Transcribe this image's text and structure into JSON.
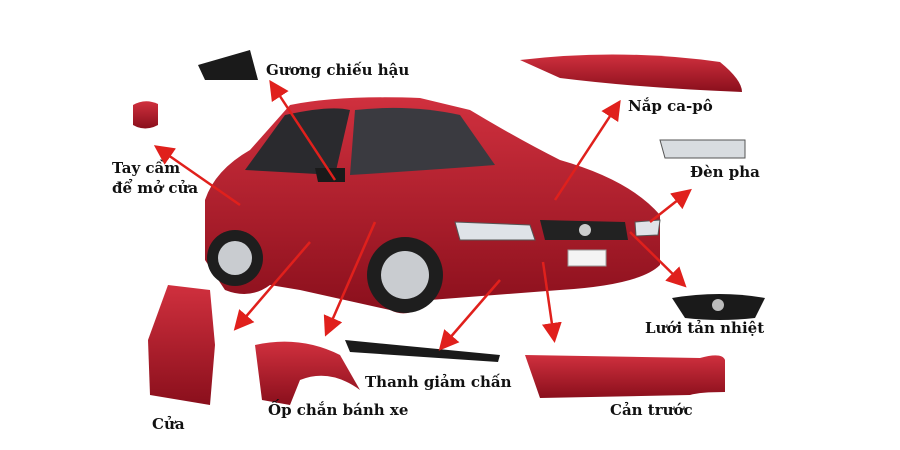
{
  "labels": {
    "mirror": "Gương chiếu hậu",
    "hood": "Nắp ca-pô",
    "handle_line1": "Tay cầm",
    "handle_line2": "để mở cửa",
    "headlight": "Đèn pha",
    "grille": "Lưới tản nhiệt",
    "bumper_strip": "Thanh giảm chấn",
    "front_bumper": "Cản trước",
    "fender": "Ốp chắn bánh xe",
    "door": "Cửa"
  },
  "colors": {
    "car_red": "#b3182a",
    "car_dark_red": "#7a0c18",
    "arrow_red": "#e0201c",
    "text": "#111111"
  }
}
